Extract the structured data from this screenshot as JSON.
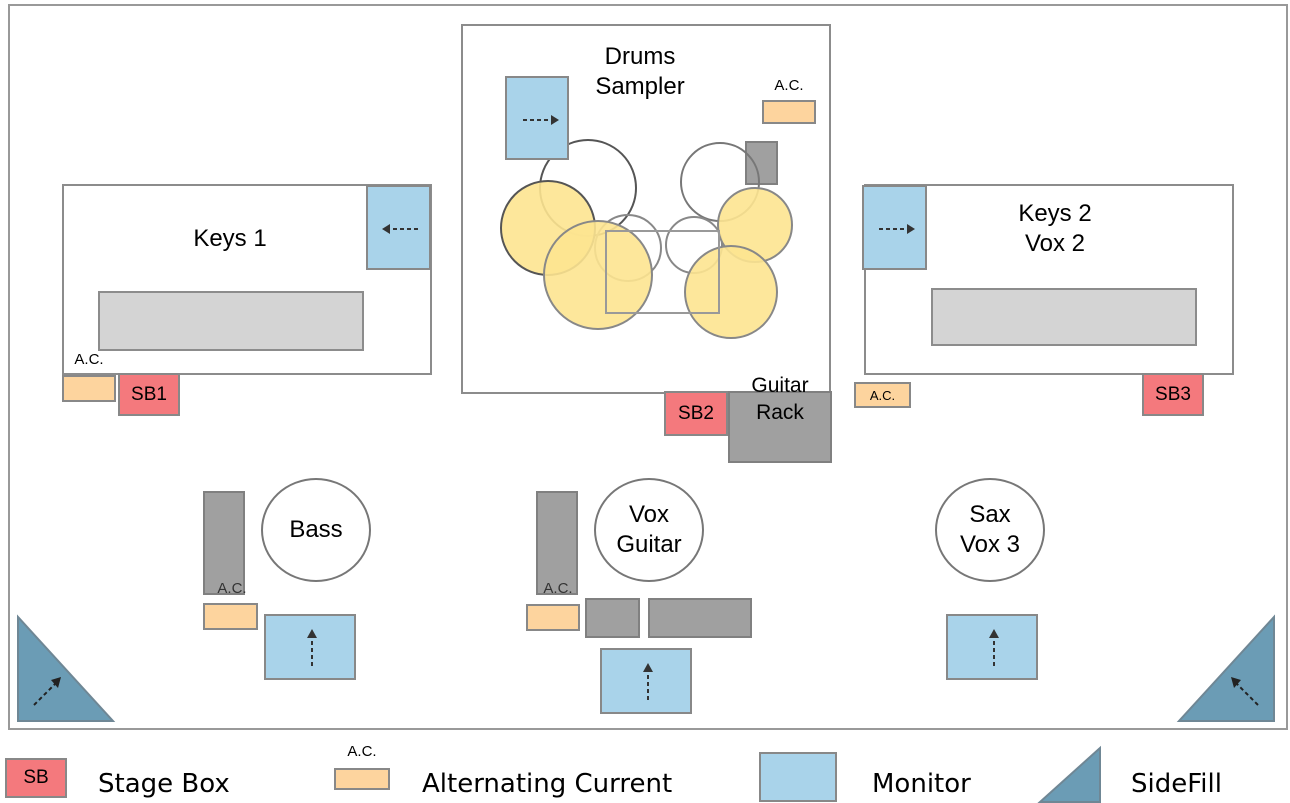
{
  "positions": {
    "drums": "Drums\nSampler",
    "keys1": "Keys 1",
    "keys2": "Keys 2\nVox 2",
    "bass": "Bass",
    "vox_guitar": "Vox\nGuitar",
    "sax": "Sax\nVox 3"
  },
  "equipment": {
    "ac": "A.C.",
    "sb1": "SB1",
    "sb2": "SB2",
    "sb3": "SB3",
    "guitar_rack": "Guitar\nRack"
  },
  "legend": {
    "sb_symbol": "SB",
    "sb_label": "Stage Box",
    "ac_symbol": "A.C.",
    "ac_label": "Alternating Current",
    "monitor_label": "Monitor",
    "sidefill_label": "SideFill"
  },
  "colors": {
    "stage_box": "#f4797d",
    "ac": "#fdd49e",
    "monitor": "#a9d3ea",
    "sidefill": "#6b9cb5",
    "drum_fill": "#fde490",
    "amp_gray": "#a0a0a0"
  }
}
